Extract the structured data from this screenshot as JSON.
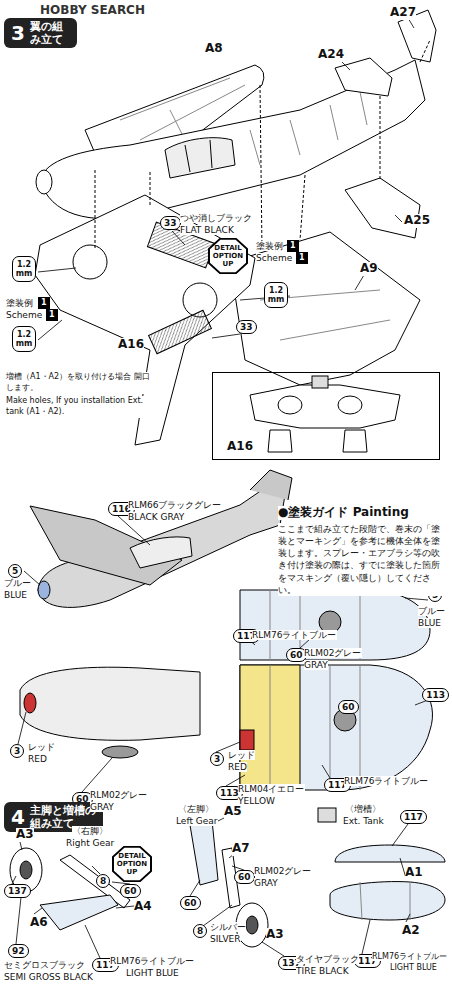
{
  "diagram": {
    "nodes": [
      {
        "text": [
          "3",
          "翼の組み立て"
        ]
      },
      {
        "text": [
          "33"
        ]
      },
      {
        "text": [
          "DETAIL OPTION UP"
        ]
      },
      {
        "text": [
          "1.2 mm"
        ]
      },
      {
        "text": [
          "1"
        ]
      },
      {
        "text": [
          "1"
        ]
      },
      {
        "text": [
          "1.2 mm"
        ]
      },
      {
        "text": [
          "1"
        ]
      },
      {
        "text": [
          "1"
        ]
      },
      {
        "text": [
          "1.2 mm"
        ]
      },
      {
        "text": [
          "33"
        ]
      },
      {
        "text": [
          "A16"
        ]
      },
      {
        "text": [
          "116"
        ]
      },
      {
        "text": [
          "5"
        ]
      },
      {
        "text": [
          "5"
        ]
      },
      {
        "text": [
          "117"
        ]
      },
      {
        "text": [
          "60"
        ]
      },
      {
        "text": [
          "113"
        ]
      },
      {
        "text": [
          "60"
        ]
      },
      {
        "text": [
          "3"
        ]
      },
      {
        "text": [
          "60"
        ]
      },
      {
        "text": [
          "3"
        ]
      },
      {
        "text": [
          "113"
        ]
      },
      {
        "text": [
          "117"
        ]
      },
      {
        "text": [
          "4",
          "主脚と増槽の組み立て"
        ]
      },
      {
        "text": [
          "DETAIL OPTION UP"
        ]
      },
      {
        "text": [
          "137"
        ]
      },
      {
        "text": [
          "8"
        ]
      },
      {
        "text": [
          "60"
        ]
      },
      {
        "text": [
          "92"
        ]
      },
      {
        "text": [
          "117"
        ]
      },
      {
        "text": [
          "60"
        ]
      },
      {
        "text": [
          "60"
        ]
      },
      {
        "text": [
          "8"
        ]
      },
      {
        "text": [
          "137"
        ]
      },
      {
        "text": [
          "117"
        ]
      },
      {
        "text": [
          "117"
        ]
      }
    ],
    "labels": [
      "HOBBY SEARCH",
      "A8",
      "A27",
      "A24",
      "A25",
      "A9",
      "つや消しブラック",
      "FLAT BLACK",
      "塗装例",
      "Scheme",
      "塗装例",
      "Scheme",
      "A16",
      "増槽（A1・A2）を取り付ける場合 開口します。",
      "Make holes, If you installation Ext. tank (A1・A2).",
      "RLM66ブラックグレー",
      "BLACK GRAY",
      "ブルー",
      "BLUE",
      "●塗装ガイド Painting",
      "ここまで組み立てた段階で、巻末の「塗装とマーキング」を参考に機体全体を塗装します。スプレー・エアブラシ等の吹き付け塗装の際は、すでに塗装した箇所をマスキング（覆い隠し）してください。",
      "ブルー",
      "BLUE",
      "RLM76ライトブルー",
      "RLM02グレー",
      "GRAY",
      "レッド",
      "RED",
      "RLM02グレー",
      "GRAY",
      "レッド",
      "RED",
      "RLM04イエロー",
      "YELLOW",
      "RLM76ライトブルー",
      "〈左脚〉",
      "Left Gear",
      "A5",
      "〈増槽〉",
      "Ext. Tank",
      "A3",
      "〈右脚〉",
      "Right Gear",
      "A7",
      "A1",
      "RLM02グレー",
      "GRAY",
      "A6",
      "A4",
      "シルバー",
      "SILVER",
      "A3",
      "A2",
      "セミグロスブラック",
      "SEMI GROSS BLACK",
      "RLM76ライトブルー",
      "LIGHT BLUE",
      "タイヤブラック",
      "TIRE BLACK",
      "RLM76ライトブルー",
      "LIGHT BLUE"
    ]
  }
}
